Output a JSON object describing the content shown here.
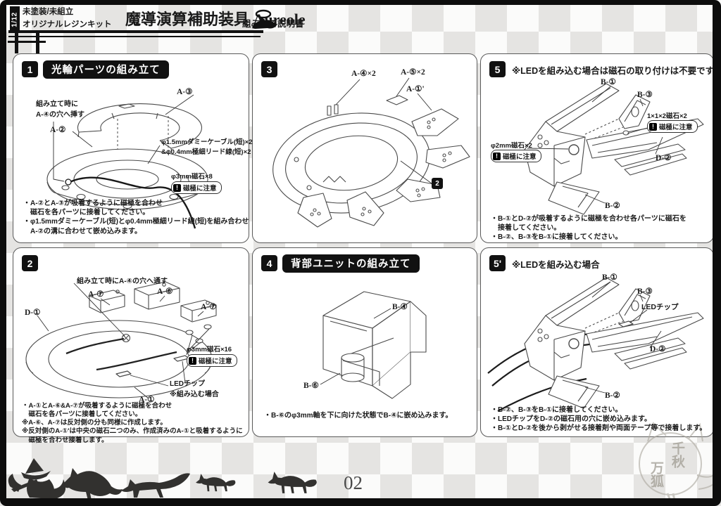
{
  "header": {
    "scale_badge": "1/12",
    "kit_line1": "未塗装/未組立",
    "kit_line2": "オリジナルレジンキット",
    "title": "魔導演算補助装具 Aureole",
    "subtitle": "組み立て説明書"
  },
  "warning_chip": {
    "icon": "!",
    "label": "磁極に注意"
  },
  "panels": {
    "p1": {
      "num": "1",
      "title": "光輪パーツの組み立て",
      "labels": {
        "insert_l1": "組み立て時に",
        "insert_l2": "A-④の穴へ挿す",
        "a2": "A-②",
        "a3": "A-③",
        "cable_l1": "φ1.5mmダミーケーブル(短)×2",
        "cable_l2": "&φ0.4mm極細リード線(短)×2",
        "magnet": "φ3mm磁石×8"
      },
      "notes": [
        "・A-②とA-③が吸着するように磁極を合わせ",
        "　磁石を各パーツに接着してください。",
        "・φ1.5mmダミーケーブル(短)とφ0.4mm極細リード線(短)を組み合わせ",
        "　A-②の溝に合わせて嵌め込みます。"
      ]
    },
    "p2": {
      "num": "2",
      "labels": {
        "thread": "組み立て時にA-④の穴へ通す",
        "a7a": "A-⑦",
        "a6": "A-⑥",
        "a7b": "A-⑦",
        "d1": "D-①",
        "magnet": "φ3mm磁石×16",
        "led_l1": "LEDチップ",
        "led_l2": "※組み込む場合",
        "a1": "A-①"
      },
      "notes": [
        "・A-①とA-⑥&A-⑦が吸着するように磁極を合わせ",
        "　磁石を各パーツに接着してください。",
        "※A-⑥、A-⑦は反対側の分も同様に作成します。",
        "※反対側のA-①'は中央の磁石二つのみ、作成済みのA-①と吸着するように",
        "　磁極を合わせ接着します。"
      ]
    },
    "p3": {
      "num": "3",
      "labels": {
        "a4": "A-④×2",
        "a5": "A-⑤×2",
        "a1p": "A-①'",
        "ref": "2"
      }
    },
    "p4": {
      "num": "4",
      "title": "背部ユニットの組み立て",
      "labels": {
        "b4": "B-④",
        "b6": "B-⑥"
      },
      "notes": [
        "・B-⑥のφ3mm軸を下に向けた状態でB-④に嵌め込みます。"
      ]
    },
    "p5": {
      "num": "5",
      "heading": "※LEDを組み込む場合は磁石の取り付けは不要です。",
      "labels": {
        "b1": "B-①",
        "b3": "B-③",
        "m112": "1×1×2磁石×2",
        "m2": "φ2mm磁石×2",
        "d2": "D-②",
        "b2": "B-②"
      },
      "notes": [
        "・B-①とD-②が吸着するように磁極を合わせ各パーツに磁石を",
        "　接着してください。",
        "・B-②、B-③をB-①に接着してください。"
      ]
    },
    "p5d": {
      "num": "5'",
      "heading": "※LEDを組み込む場合",
      "labels": {
        "b1": "B-①",
        "b3": "B-③",
        "led": "LEDチップ",
        "d2": "D-②",
        "b2": "B-②"
      },
      "notes": [
        "・B-②、B-③をB-①に接着してください。",
        "・LEDチップをD-②の磁石用の穴に嵌め込みます。",
        "・B-①とD-②を後から剥がせる接着剤や両面テープ等で接着します。"
      ]
    }
  },
  "footer": {
    "page_number": "02"
  },
  "watermark": {
    "col_right": "千秋",
    "col_left": "万狐"
  },
  "colors": {
    "frame": "#0d0d0d",
    "line_art": "#4a4a4a",
    "checker": "#e5e4e2"
  }
}
